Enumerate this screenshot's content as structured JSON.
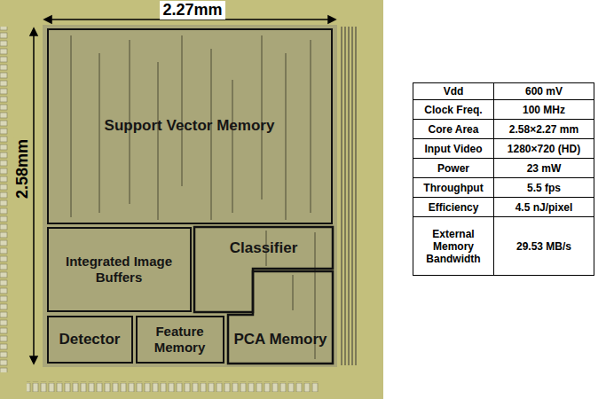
{
  "diagram": {
    "nodes": [
      {
        "text": [
          "Support Vector Memory"
        ]
      },
      {
        "text": [
          "Integrated Image Buffers"
        ]
      },
      {
        "text": [
          "Classifier"
        ]
      },
      {
        "text": [
          "Detector"
        ]
      },
      {
        "text": [
          "Feature Memory"
        ]
      },
      {
        "text": [
          "PCA Memory"
        ]
      }
    ],
    "labels": [
      "2.27mm",
      "2.58mm",
      "Vdd",
      "600 mV",
      "Clock Freq.",
      "100 MHz",
      "Core Area",
      "2.58×2.27 mm",
      "Input Video",
      "1280×720 (HD)",
      "Power",
      "23 mW",
      "Throughput",
      "5.5 fps",
      "Efficiency",
      "4.5 nJ/pixel",
      "External Memory Bandwidth",
      "29.53 MB/s"
    ]
  }
}
